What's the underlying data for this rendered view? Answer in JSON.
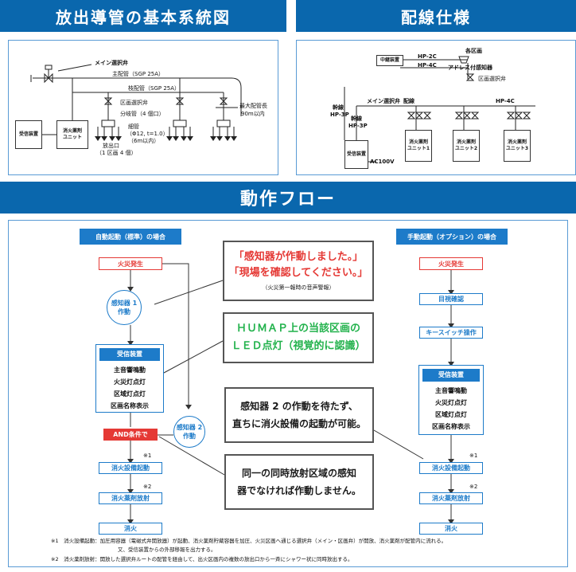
{
  "headers": {
    "left": "放出導管の基本系統図",
    "right": "配線仕様",
    "flow": "動作フロー"
  },
  "system": {
    "main_valve": "メイン選択弁",
    "main_pipe": "主配管（SGP 25A）",
    "branch_pipe": "枝配管（SGP 25A）",
    "zone_valve": "区画選択弁",
    "dist_pipe": "分岐管（4 個口）",
    "small_pipe_1": "細管",
    "small_pipe_2": "（Φ12, t=1.0）",
    "small_pipe_3": "（6m以内）",
    "nozzle_1": "放出口",
    "nozzle_2": "（1 区画 4 個）",
    "max_len_1": "最大配管長",
    "max_len_2": "90m以内",
    "receiver": "受信装置",
    "agent_unit_1": "消火薬剤",
    "agent_unit_2": "ユニット"
  },
  "wiring": {
    "zone": "各区画",
    "hp2c": "HP-2C",
    "hp4c_top": "HP-4C",
    "relay": "中継装置",
    "sensor": "アドレス付感知器",
    "zone_valve": "区画選択弁",
    "main_valve_label": "メイン選択弁",
    "wire_label": "配線",
    "hp4c": "HP-4C",
    "wire_left_1": "幹線",
    "wire_left_2": "HP-3P",
    "wire_mid_1": "幹線",
    "wire_mid_2": "HP-3P",
    "receiver": "受信装置",
    "ac": "AC100V",
    "units": [
      "消火薬剤\nユニット1",
      "消火薬剤\nユニット2",
      "消火薬剤\nユニット3"
    ]
  },
  "flow": {
    "auto_title": "自動起動（標準）の場合",
    "manual_title": "手動起動（オプション）の場合",
    "auto": {
      "fire": "火災発生",
      "sensor1": "感知器 1\n作動",
      "receiver_title": "受信装置",
      "receiver_items": [
        "主音響鳴動",
        "火災灯点灯",
        "区域灯点灯",
        "区画名称表示"
      ],
      "and": "AND条件で",
      "sensor2": "感知器 2\n作動",
      "start": "消火設備起動",
      "release": "消火薬剤放射",
      "extinguish": "消火",
      "mark1": "※1",
      "mark2": "※2"
    },
    "manual": {
      "fire": "火災発生",
      "check": "目視確認",
      "key": "キースイッチ操作",
      "receiver_title": "受信装置",
      "receiver_items": [
        "主音響鳴動",
        "火災灯点灯",
        "区域灯点灯",
        "区画名称表示"
      ],
      "start": "消火設備起動",
      "release": "消火薬剤放射",
      "extinguish": "消火",
      "mark1": "※1",
      "mark2": "※2"
    },
    "callouts": {
      "c1_line1": "「感知器が作動しました。」",
      "c1_line2": "「現場を確認してください。」",
      "c1_sub": "（火災第一報時の音声警報）",
      "c2_line1": "ＨＵＭＡＰ上の当該区画の",
      "c2_line2": "ＬＥＤ点灯（視覚的に認識）",
      "c3_line1": "感知器 2 の作動を待たず、",
      "c3_line2": "直ちに消火設備の起動が可能。",
      "c4_line1": "同一の同時放射区域の感知",
      "c4_line2": "器でなければ作動しません。"
    },
    "notes": {
      "n1a": "※1　消火設備起動：加圧用容器（電磁式弁開放器）が起動、消火薬剤貯蔵容器を加圧、火災区画へ通じる選択弁（メイン・区画弁）が開放、消火薬剤が配管内に流れる。",
      "n1b": "又、受信装置からの外部移報を出力する。",
      "n2": "※2　消火薬剤放射：開放した選択弁ルートの配管を経由して、出火区画内の複数の放出口から一斉にシャワー状に同時放出する。"
    }
  },
  "colors": {
    "header_blue": "#0a67ad",
    "flow_blue": "#1d7bc9",
    "alarm_red": "#e53935",
    "led_green": "#22b24c"
  }
}
